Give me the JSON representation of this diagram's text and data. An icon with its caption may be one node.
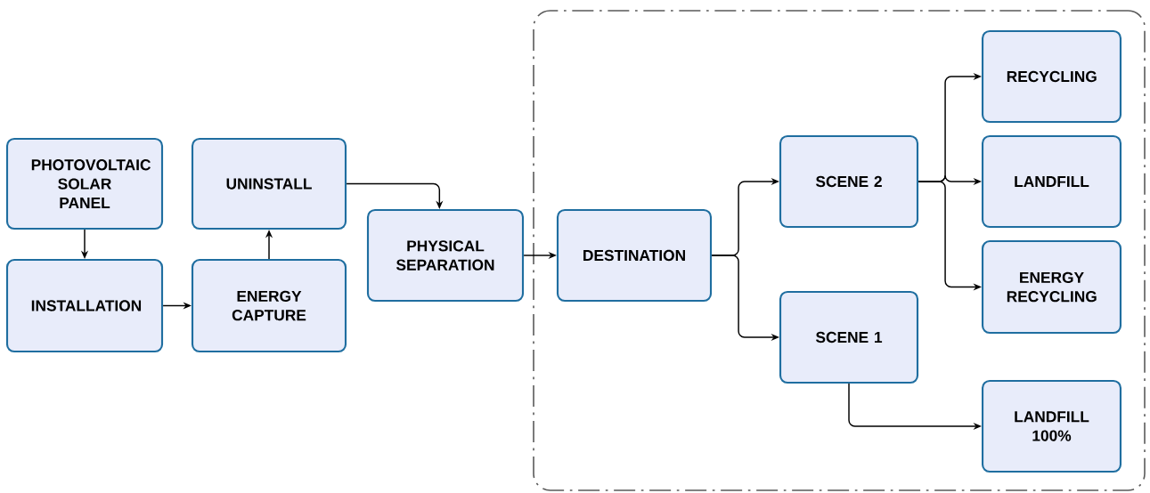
{
  "diagram": {
    "nodes": [
      {
        "text": [
          "PHOTOVOLTAIC SOLAR PANEL"
        ]
      },
      {
        "text": [
          "INSTALLATION"
        ]
      },
      {
        "text": [
          "UNINSTALL"
        ]
      },
      {
        "text": [
          "ENERGY CAPTURE"
        ]
      },
      {
        "text": [
          "PHYSICAL SEPARATION"
        ]
      },
      {
        "text": [],
        "shape": "box"
      },
      {
        "text": [
          "DESTINATION"
        ],
        "in": 5
      },
      {
        "text": [
          "SCENE 2"
        ],
        "in": 5
      },
      {
        "text": [
          "SCENE 1"
        ],
        "in": 5
      },
      {
        "text": [
          "RECYCLING"
        ],
        "in": 5
      },
      {
        "text": [
          "LANDFILL"
        ],
        "in": 5
      },
      {
        "text": [
          "ENERGY RECYCLING"
        ],
        "in": 5
      },
      {
        "text": [
          "LANDFILL 100%"
        ],
        "in": 5
      }
    ],
    "edges": [
      {
        "from": 0,
        "to": 1,
        "arrow": "to"
      },
      {
        "from": 1,
        "to": 3,
        "arrow": "to"
      },
      {
        "from": 3,
        "to": 2,
        "arrow": "to"
      },
      {
        "from": 2,
        "to": 4,
        "arrow": "to"
      },
      {
        "from": 4,
        "to": 6,
        "arrow": "to"
      },
      {
        "from": 6,
        "to": 7,
        "arrow": "to"
      },
      {
        "from": 6,
        "to": 8,
        "arrow": "to"
      },
      {
        "from": 7,
        "to": 9,
        "arrow": "to"
      },
      {
        "from": 7,
        "to": 10,
        "arrow": "to"
      },
      {
        "from": 7,
        "to": 11,
        "arrow": "to"
      },
      {
        "from": 8,
        "to": 12,
        "arrow": "to"
      }
    ]
  }
}
